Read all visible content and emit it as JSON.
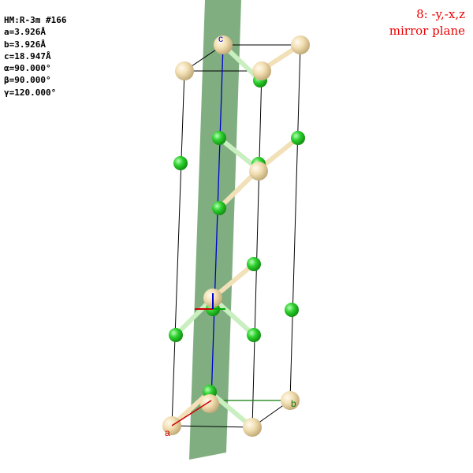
{
  "cell_info": {
    "space_group": "HM:R-3m #166",
    "a": "a=3.926Å",
    "b": "b=3.926Å",
    "c": "c=18.947Å",
    "alpha": "α=90.000°",
    "beta": "β=90.000°",
    "gamma": "γ=120.000°"
  },
  "symmetry_op": {
    "line1": "8: -y,-x,z",
    "line2": "mirror plane"
  },
  "axis_labels": {
    "a": "a",
    "b": "b",
    "c": "c"
  },
  "colors": {
    "cream_atom": "#f2dfb2",
    "green_atom": "#2ed12e",
    "mirror_plane": "#4f8f4f",
    "axis_a": "#cc0000",
    "axis_b": "#00aa00",
    "axis_c": "#0000cc",
    "text_red": "#ee0000"
  }
}
